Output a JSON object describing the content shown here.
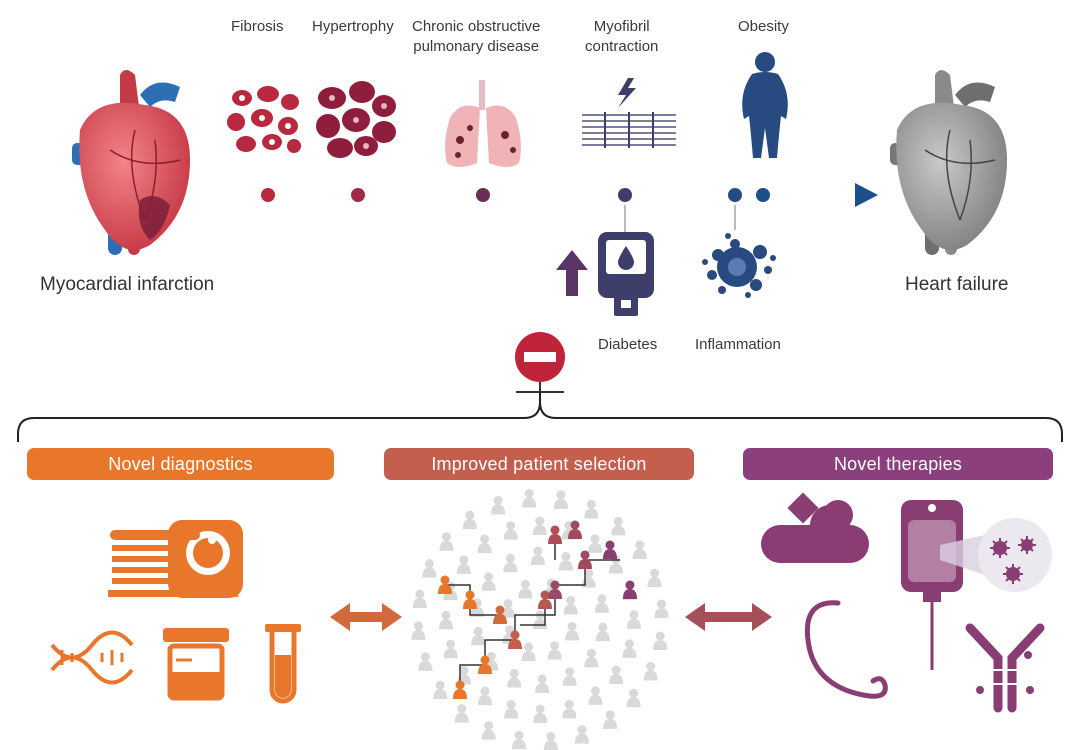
{
  "timeline": {
    "start_label": "Myocardial infarction",
    "end_label": "Heart failure",
    "above_factors": [
      {
        "id": "fibrosis",
        "label": "Fibrosis"
      },
      {
        "id": "hypertrophy",
        "label": "Hypertrophy"
      },
      {
        "id": "copd",
        "label": "Chronic obstructive\npulmonary disease"
      },
      {
        "id": "myofibril",
        "label": "Myofibril\ncontraction"
      },
      {
        "id": "obesity",
        "label": "Obesity"
      }
    ],
    "below_factors": [
      {
        "id": "diabetes",
        "label": "Diabetes"
      },
      {
        "id": "inflammation",
        "label": "Inflammation"
      }
    ]
  },
  "outcomes": [
    {
      "id": "diagnostics",
      "label": "Novel diagnostics",
      "color": "#e8772b"
    },
    {
      "id": "selection",
      "label": "Improved patient selection",
      "color": "#c35f4c"
    },
    {
      "id": "therapies",
      "label": "Novel therapies",
      "color": "#8b3f7c"
    }
  ],
  "colors": {
    "red": "#b8283f",
    "purple": "#5a3566",
    "navy": "#2d3f77",
    "orange": "#e8772b",
    "plum": "#8a3d72",
    "grey": "#d9d9d9"
  },
  "icons": [
    "heart-icon",
    "heart-failure-icon",
    "fibrosis-icon",
    "hypertrophy-icon",
    "lungs-icon",
    "myofibril-icon",
    "obesity-icon",
    "glucometer-icon",
    "arrow-up-icon",
    "inflammation-icon",
    "no-entry-icon",
    "mri-scanner-icon",
    "dna-icon",
    "sample-cup-icon",
    "test-tube-icon",
    "patient-network-icon",
    "double-arrow-icon",
    "pills-icon",
    "iv-bag-icon",
    "virus-icon",
    "catheter-icon",
    "antibody-icon"
  ]
}
